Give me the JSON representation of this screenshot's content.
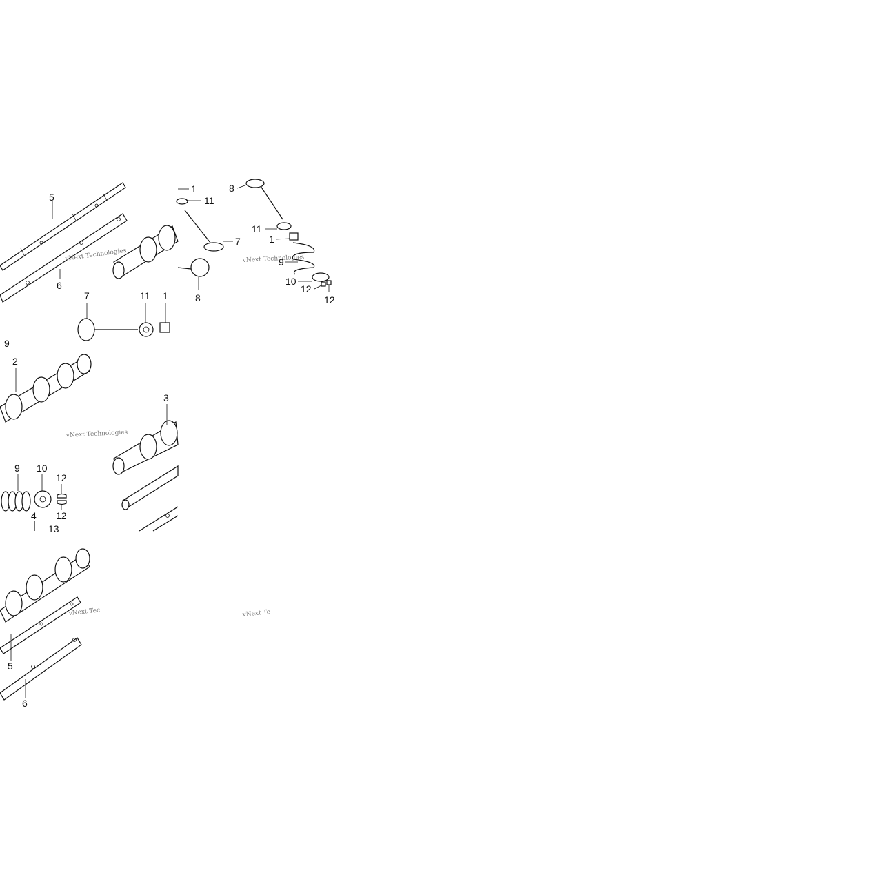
{
  "diagram": {
    "callouts": [
      {
        "id": "c5a",
        "text": "5"
      },
      {
        "id": "c6a",
        "text": "6"
      },
      {
        "id": "c1a",
        "text": "1"
      },
      {
        "id": "c11a",
        "text": "11"
      },
      {
        "id": "c7a",
        "text": "7"
      },
      {
        "id": "c8a",
        "text": "8"
      },
      {
        "id": "c8b",
        "text": "8"
      },
      {
        "id": "c11b",
        "text": "11"
      },
      {
        "id": "c1b",
        "text": "1"
      },
      {
        "id": "c9a",
        "text": "9"
      },
      {
        "id": "c10a",
        "text": "10"
      },
      {
        "id": "c12a",
        "text": "12"
      },
      {
        "id": "c12b",
        "text": "12"
      },
      {
        "id": "c7b",
        "text": "7"
      },
      {
        "id": "c11c",
        "text": "11"
      },
      {
        "id": "c1c",
        "text": "1"
      },
      {
        "id": "c9b",
        "text": "9"
      },
      {
        "id": "c2",
        "text": "2"
      },
      {
        "id": "c3",
        "text": "3"
      },
      {
        "id": "c9c",
        "text": "9"
      },
      {
        "id": "c10b",
        "text": "10"
      },
      {
        "id": "c12c",
        "text": "12"
      },
      {
        "id": "c12d",
        "text": "12"
      },
      {
        "id": "c4",
        "text": "4"
      },
      {
        "id": "c13",
        "text": "13"
      },
      {
        "id": "c5b",
        "text": "5"
      },
      {
        "id": "c6b",
        "text": "6"
      }
    ],
    "watermarks": [
      {
        "id": "w1",
        "text": "vNext Technologies"
      },
      {
        "id": "w2",
        "text": "vNext Technologies"
      },
      {
        "id": "w3",
        "text": "vNext Technologies"
      },
      {
        "id": "w4",
        "text": "vNext Tec"
      },
      {
        "id": "w5",
        "text": "vNext Te"
      }
    ]
  }
}
